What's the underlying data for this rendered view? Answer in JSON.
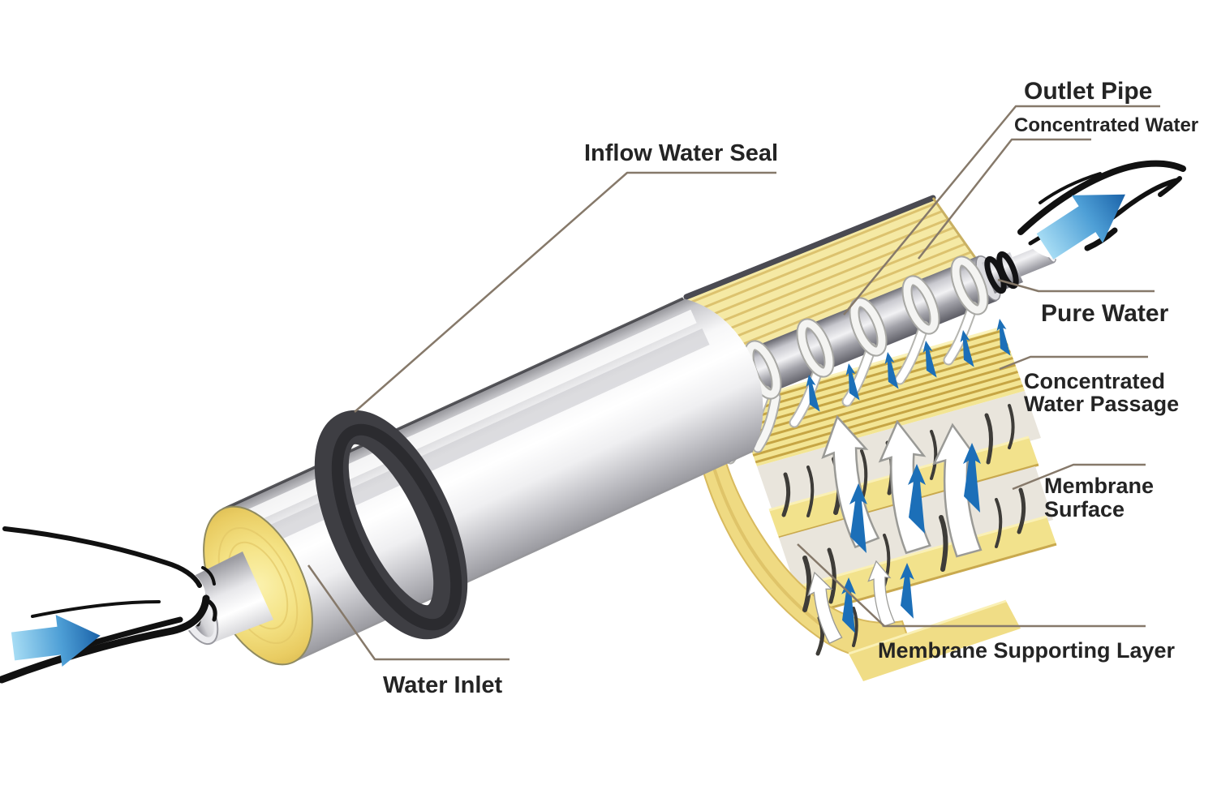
{
  "figure": {
    "labels": {
      "outlet_pipe": "Outlet Pipe",
      "concentrated_water": "Concentrated Water",
      "inflow_water_seal": "Inflow Water Seal",
      "pure_water": "Pure Water",
      "concentrated_water_passage": [
        "Concentrated",
        "Water Passage"
      ],
      "membrane_surface": [
        "Membrane",
        "Surface"
      ],
      "water_inlet": "Water Inlet",
      "membrane_supporting_layer": "Membrane Supporting Layer"
    },
    "colors": {
      "label_text": "#242424",
      "leader_line": "#86796A",
      "arrow_blue": "#1C6FB8",
      "arrow_blue_light": "#9ED9F2",
      "membrane_yellow": "#F2E492",
      "stripe_yellow": "#C9A746",
      "seal_dark": "#3E3E43",
      "metal_silver": "#C9C9CE",
      "water_outline": "#111111",
      "permeate_arrow_white": "#FFFFFF"
    },
    "icons": [
      "inlet-flow-arrow-icon",
      "pure-water-flow-arrow-icon",
      "permeate-arrow-icon",
      "passage-flow-arrow-icon"
    ]
  }
}
